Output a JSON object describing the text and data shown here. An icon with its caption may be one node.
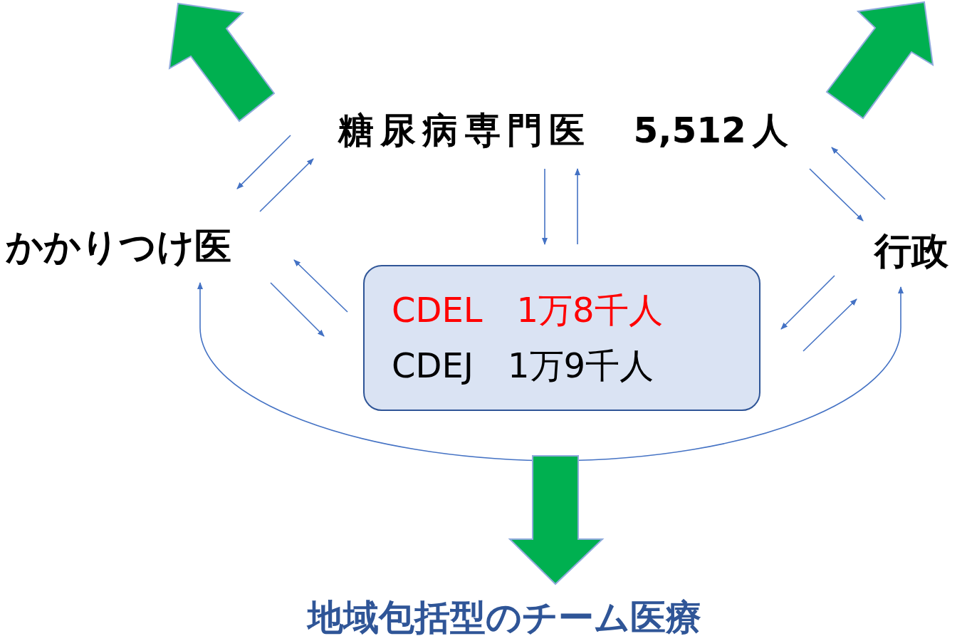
{
  "diagram": {
    "nodes": [
      {
        "text": [
          "糖尿病専門医　5,512人"
        ]
      },
      {
        "text": [
          "かかりつけ医"
        ]
      },
      {
        "text": [
          "行政"
        ]
      },
      {
        "text": [
          "CDEL　1万8千人",
          "CDEJ　1万9千人"
        ]
      },
      {
        "text": [
          "地域包括型のチーム医療"
        ]
      }
    ],
    "edges": [
      {
        "from": 0,
        "to": 1,
        "arrow": "to"
      },
      {
        "from": 1,
        "to": 0,
        "arrow": "to"
      },
      {
        "from": 0,
        "to": 3,
        "arrow": "to"
      },
      {
        "from": 3,
        "to": 0,
        "arrow": "to"
      },
      {
        "from": 0,
        "to": 2,
        "arrow": "to"
      },
      {
        "from": 2,
        "to": 0,
        "arrow": "to"
      },
      {
        "from": 3,
        "to": 1,
        "arrow": "to"
      },
      {
        "from": 1,
        "to": 3,
        "arrow": "to"
      },
      {
        "from": 2,
        "to": 3,
        "arrow": "to"
      },
      {
        "from": 3,
        "to": 2,
        "arrow": "to"
      },
      {
        "from": 1,
        "to": 2,
        "arrow": "both"
      },
      {
        "from": null,
        "to": 4,
        "arrow": "to",
        "style": "thick",
        "color": "#00b050"
      }
    ]
  }
}
